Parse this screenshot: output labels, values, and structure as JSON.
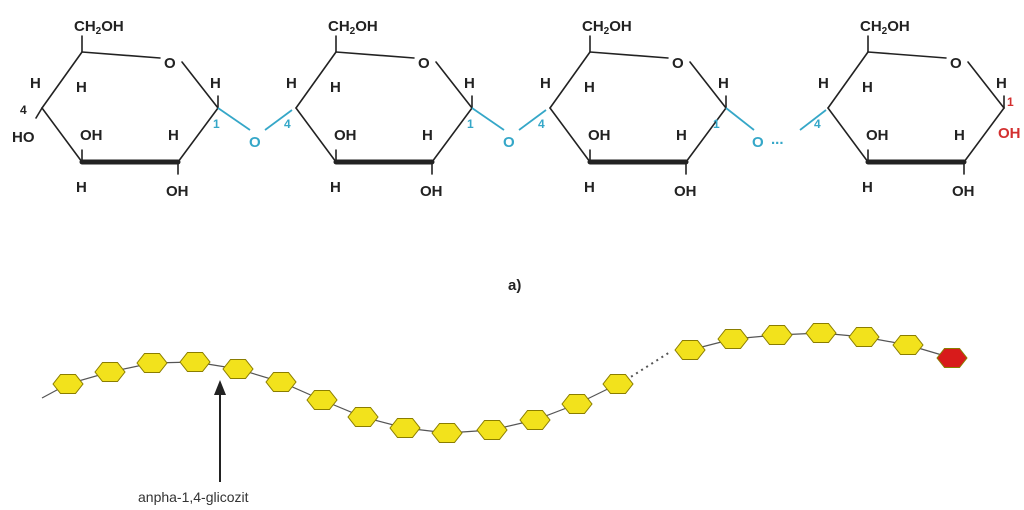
{
  "structure": {
    "atoms": {
      "ch2oh": "CH2OH",
      "o": "O",
      "h": "H",
      "oh": "OH",
      "ho": "HO",
      "c4": "4",
      "c1": "1"
    },
    "link_o": "O",
    "terminal_oh": "OH",
    "ellipsis": "...",
    "colors": {
      "bond": "#222222",
      "glycosidic": "#35a7c8",
      "reducing_end": "#d32f2f"
    }
  },
  "caption": "a)",
  "chain": {
    "annotation": "anpha-1,4-glicozit",
    "colors": {
      "unit": "#f2e21c",
      "unit_stroke": "#8a7d00",
      "reducing_unit": "#d81b1b",
      "link": "#555555"
    }
  }
}
